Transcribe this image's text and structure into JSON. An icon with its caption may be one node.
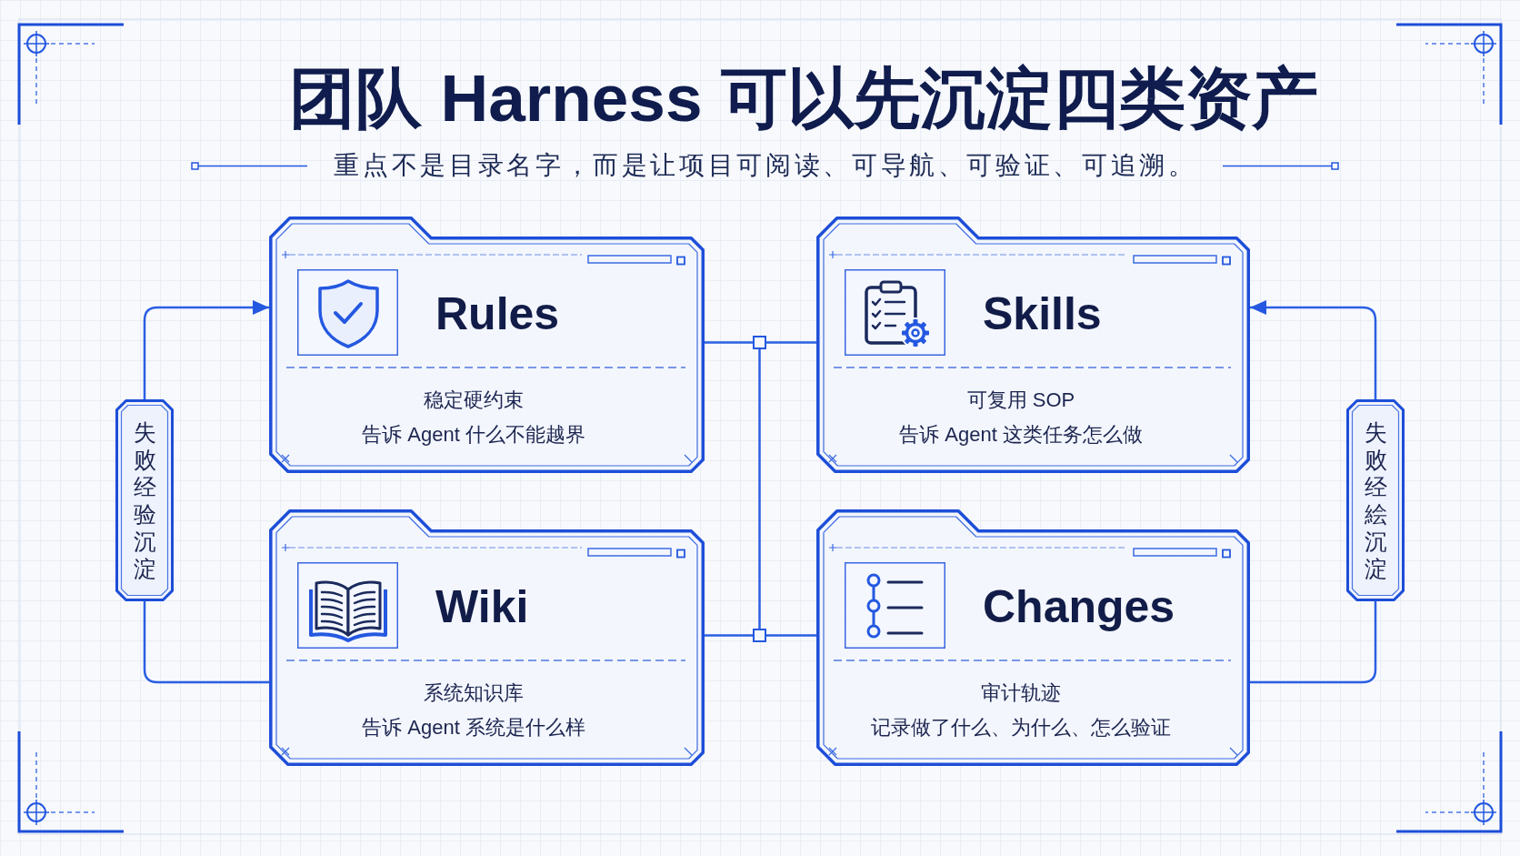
{
  "diagram": {
    "title": "团队 Harness 可以先沉淀四类资产",
    "nodes": [
      {
        "text": [
          "Rules",
          "稳定硬约束",
          "告诉 Agent 什么不能越界"
        ]
      },
      {
        "text": [],
        "shape": "box"
      },
      {
        "text": [
          "Skills",
          "可复用 SOP",
          "告诉 Agent 这类任务怎么做"
        ]
      },
      {
        "text": [
          "失败经验沉淀"
        ]
      },
      {
        "text": [
          "失败经絵沉淀"
        ]
      },
      {
        "text": [
          "Wiki",
          "系统知识库",
          "告诉 Agent 系统是什么样"
        ]
      },
      {
        "text": [],
        "shape": "box"
      },
      {
        "text": [
          "Changes",
          "审计轨迹",
          "记录做了什么、为什么、怎么验证"
        ]
      }
    ],
    "edges": [
      {
        "from": 3,
        "to": 0,
        "arrow": "to"
      },
      {
        "from": 0,
        "to": 1,
        "arrow": "none"
      },
      {
        "from": 1,
        "to": 2,
        "arrow": "none"
      },
      {
        "from": 1,
        "to": 6,
        "arrow": "none"
      },
      {
        "from": 4,
        "to": 2,
        "arrow": "to"
      },
      {
        "from": 5,
        "to": 3,
        "arrow": "none"
      },
      {
        "from": 5,
        "to": 6,
        "arrow": "none"
      },
      {
        "from": 6,
        "to": 7,
        "arrow": "none"
      },
      {
        "from": 7,
        "to": 4,
        "arrow": "none"
      }
    ],
    "labels": [
      "重点不是目录名字，而是让项目可阅读、可导航、可验证、可追溯。"
    ]
  }
}
